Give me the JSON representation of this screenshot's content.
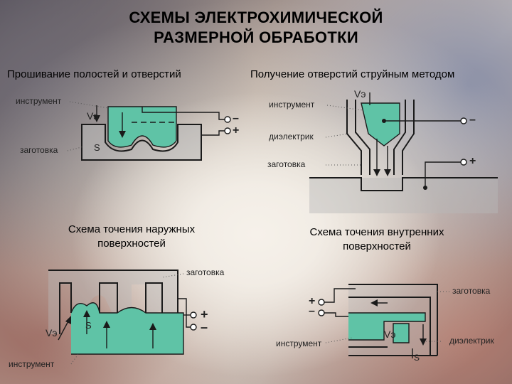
{
  "title_line1": "СХЕМЫ ЭЛЕКТРОХИМИЧЕСКОЙ",
  "title_line2": "РАЗМЕРНОЙ ОБРАБОТКИ",
  "panels": {
    "top_left": {
      "caption": "Прошивание полостей и отверстий",
      "labels": {
        "tool": "инструмент",
        "workpiece": "заготовка",
        "v": "Vэ",
        "s": "S",
        "minus": "–",
        "plus": "+"
      }
    },
    "top_right": {
      "caption": "Получение отверстий струйным методом",
      "labels": {
        "tool": "инструмент",
        "dielectric": "диэлектрик",
        "workpiece": "заготовка",
        "v": "Vэ",
        "minus": "–",
        "plus": "+"
      }
    },
    "bottom_left": {
      "caption_line1": "Схема точения наружных",
      "caption_line2": "поверхностей",
      "labels": {
        "workpiece": "заготовка",
        "tool": "инструмент",
        "v": "Vэ",
        "s": "S",
        "plus": "+",
        "minus": "–"
      }
    },
    "bottom_right": {
      "caption_line1": "Схема точения внутренних",
      "caption_line2": "поверхностей",
      "labels": {
        "workpiece": "заготовка",
        "tool": "инструмент",
        "dielectric": "диэлектрик",
        "v": "Vэ",
        "s": "S",
        "plus": "+",
        "minus": "–"
      }
    }
  },
  "colors": {
    "tool_fill": "#5fc3a6",
    "line": "#1a1a1a"
  }
}
